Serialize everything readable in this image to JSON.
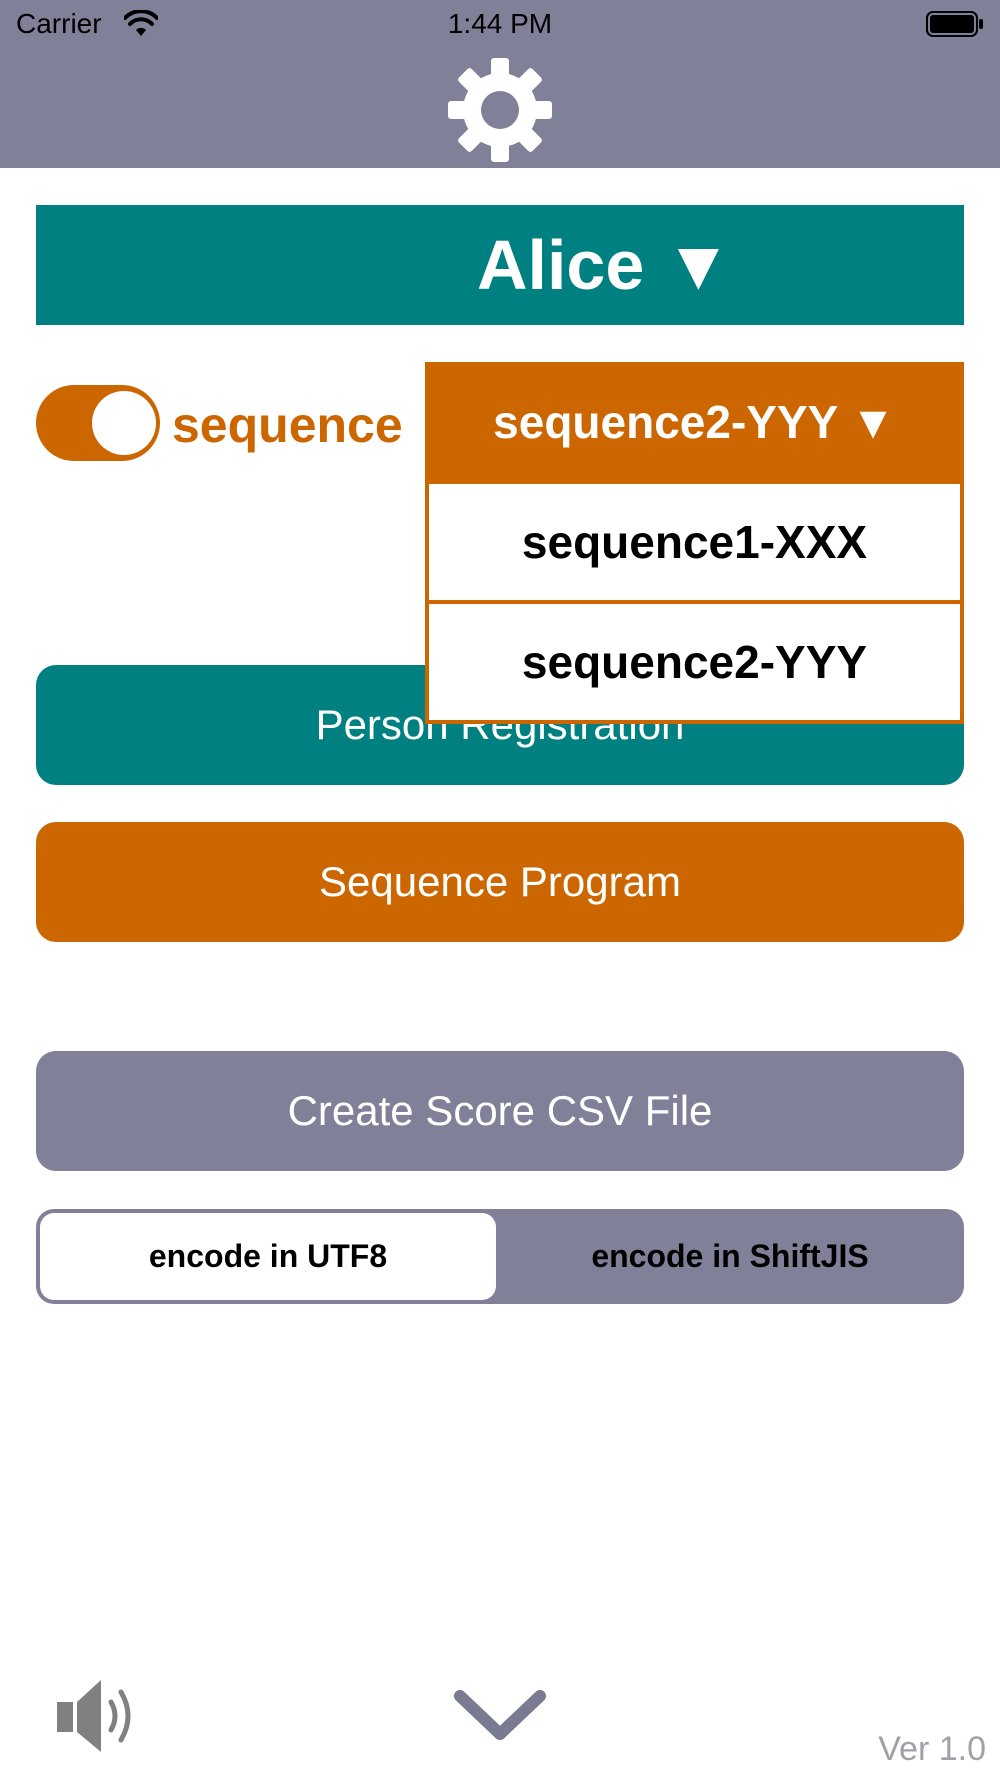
{
  "status_bar": {
    "carrier": "Carrier",
    "time": "1:44 PM"
  },
  "header": {
    "icon": "gear-icon",
    "background": "#808099"
  },
  "person_selector": {
    "label": "Alice ▼"
  },
  "sequence_toggle": {
    "on": true,
    "label": "sequence"
  },
  "sequence_dropdown": {
    "selected_label": "sequence2-YYY ▼",
    "options": [
      "sequence1-XXX",
      "sequence2-YYY"
    ]
  },
  "buttons": {
    "person_registration": "Person Registration",
    "sequence_program": "Sequence Program",
    "create_csv": "Create Score CSV File"
  },
  "encoding": {
    "options": [
      "encode in UTF8",
      "encode in ShiftJIS"
    ],
    "selected": "encode in UTF8"
  },
  "footer": {
    "speaker_icon": "speaker-icon",
    "chevron_icon": "chevron-down-icon",
    "version": "Ver 1.0"
  },
  "colors": {
    "teal": "#008080",
    "orange": "#cc6600",
    "slate": "#808099"
  }
}
